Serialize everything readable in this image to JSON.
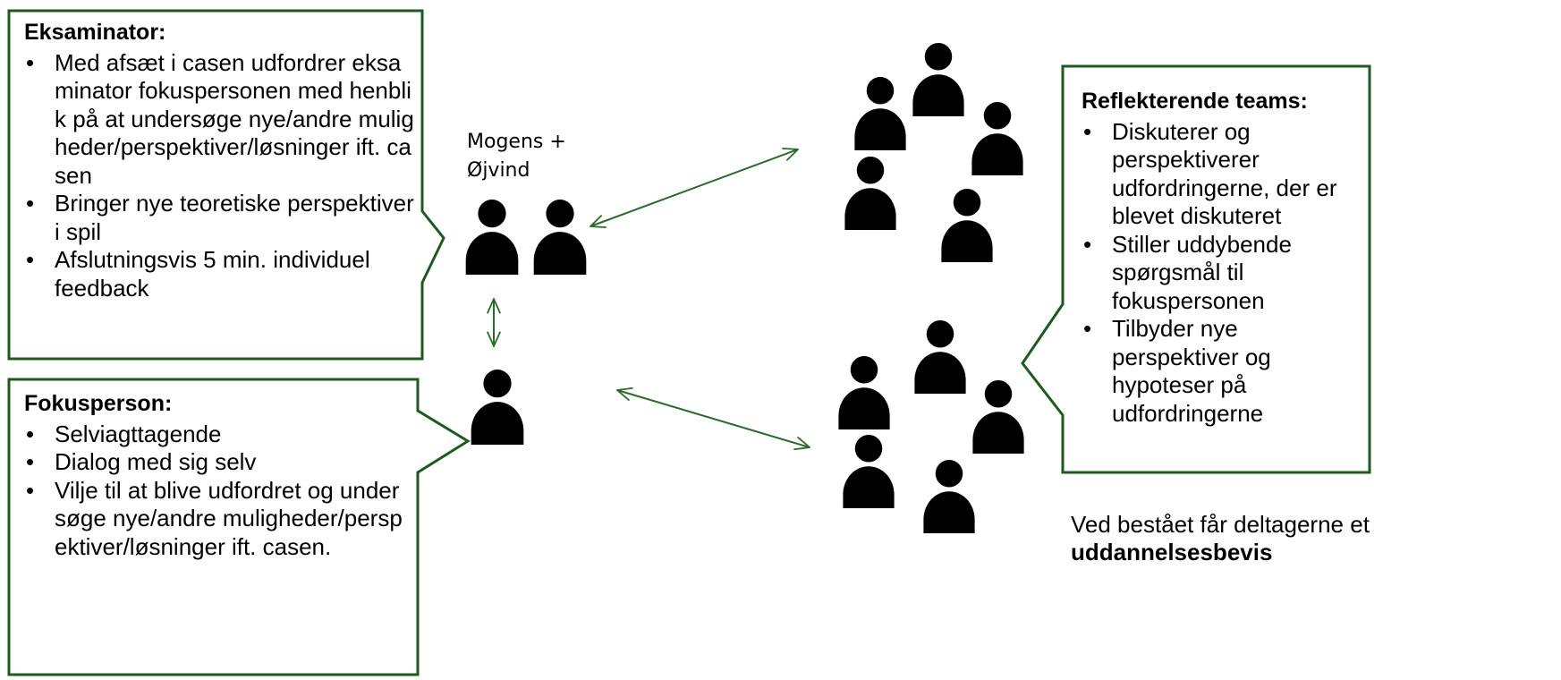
{
  "examiner": {
    "heading": "Eksaminator:",
    "bullets": [
      "Med afsæt i casen udfordrer eksaminator fokuspersonen med henblik på at undersøge nye/andre muligheder/perspektiver/løsninger ift. casen",
      "Bringer nye teoretiske perspektiver i spil",
      "Afslutningsvis 5 min. individuel feedback"
    ]
  },
  "focus_person": {
    "heading": "Fokusperson:",
    "bullets": [
      "Selviagttagende",
      "Dialog med sig selv",
      "Vilje til at blive udfordret og undersøge nye/andre muligheder/perspektiver/løsninger ift. casen."
    ]
  },
  "reflecting_teams": {
    "heading": "Reflekterende teams:",
    "bullets": [
      "Diskuterer og perspektiverer udfordringerne, der er blevet diskuteret",
      "Stiller uddybende spørgsmål til fokuspersonen",
      "Tilbyder nye perspektiver og hypoteser på udfordringerne"
    ]
  },
  "examiners_label": {
    "line1": "Mogens +",
    "line2": "Øjvind"
  },
  "certificate": {
    "line1": "Ved bestået får deltagerne et",
    "line2": "uddannelsesbevis"
  },
  "colors": {
    "callout_border": "#1e5a1e",
    "arrow": "#2d6a2d",
    "person": "#000000"
  },
  "icons": [
    "person-icon",
    "double-arrow"
  ]
}
